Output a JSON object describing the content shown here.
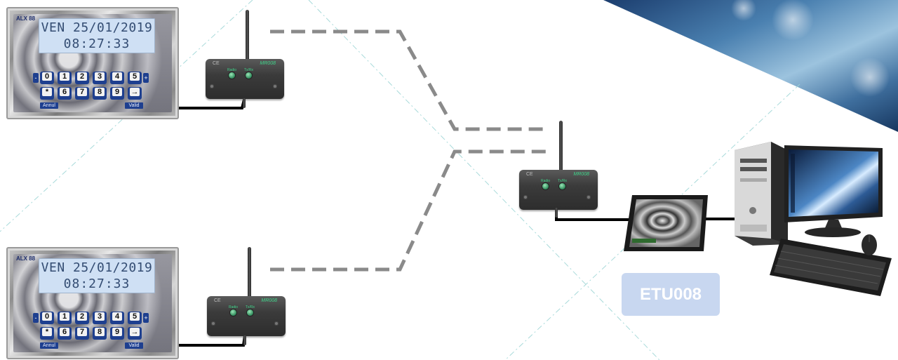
{
  "terminals": [
    {
      "brand": "ALX 88",
      "line1": "VEN 25/01/2019",
      "line2": "08:27:33",
      "cancel_label": "Annul",
      "valid_label": "Valid"
    },
    {
      "brand": "ALX 88",
      "line1": "VEN 25/01/2019",
      "line2": "08:27:33",
      "cancel_label": "Annul",
      "valid_label": "Valid"
    }
  ],
  "keypad": {
    "row1": [
      "0",
      "1",
      "2",
      "3",
      "4",
      "5"
    ],
    "row2": [
      "*",
      "6",
      "7",
      "8",
      "9",
      "→"
    ],
    "minus": "-",
    "plus": "+"
  },
  "modules": [
    {
      "model": "MR008",
      "ce": "CE",
      "led1": "Radio",
      "led2": "Tx/Rx"
    },
    {
      "model": "MR008",
      "ce": "CE",
      "led1": "Radio",
      "led2": "Tx/Rx"
    },
    {
      "model": "MR008",
      "ce": "CE",
      "led1": "Radio",
      "led2": "Tx/Rx"
    }
  ],
  "interface_label": "ETU008",
  "colors": {
    "accent_box": "#c8d7f0",
    "link_dash": "#8a8a8a",
    "cable": "#000000",
    "keypad_blue": "#1e3f8f",
    "lcd": "#cfe0f4"
  }
}
